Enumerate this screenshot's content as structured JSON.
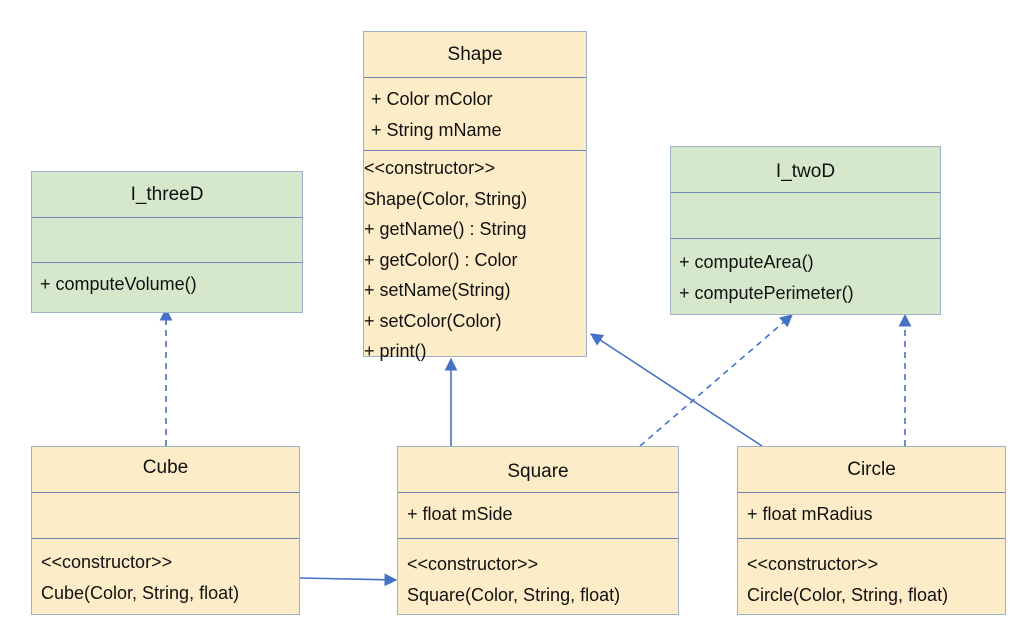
{
  "colors": {
    "class_fill": "#fdecc8",
    "interface_fill": "#d6e8cc",
    "border": "#9fb0c9",
    "divider": "#6f86b3",
    "arrow": "#4472c4"
  },
  "shape": {
    "name": "Shape",
    "attributes": [
      "+ Color mColor",
      "+ String mName"
    ],
    "operations": [
      "<<constructor>>",
      "Shape(Color, String)",
      "+ getName() : String",
      "+ getColor()  : Color",
      "+ setName(String)",
      "+ setColor(Color)",
      "+ print()"
    ]
  },
  "i_three_d": {
    "name": "I_threeD",
    "operations": [
      "+ computeVolume()"
    ]
  },
  "i_two_d": {
    "name": "I_twoD",
    "operations": [
      "+ computeArea()",
      "+ computePerimeter()"
    ]
  },
  "cube": {
    "name": "Cube",
    "operations": [
      "<<constructor>>",
      "Cube(Color, String, float)"
    ]
  },
  "square": {
    "name": "Square",
    "attributes": [
      "+ float mSide"
    ],
    "operations": [
      "<<constructor>>",
      "Square(Color, String, float)"
    ]
  },
  "circle": {
    "name": "Circle",
    "attributes": [
      "+ float mRadius"
    ],
    "operations": [
      "<<constructor>>",
      "Circle(Color, String, float)"
    ]
  },
  "relations": [
    {
      "from": "square",
      "to": "shape",
      "kind": "inheritance"
    },
    {
      "from": "circle",
      "to": "shape",
      "kind": "inheritance"
    },
    {
      "from": "cube",
      "to": "i_three_d",
      "kind": "realization"
    },
    {
      "from": "square",
      "to": "i_two_d",
      "kind": "realization"
    },
    {
      "from": "circle",
      "to": "i_two_d",
      "kind": "realization"
    },
    {
      "from": "cube",
      "to": "square",
      "kind": "association"
    }
  ]
}
